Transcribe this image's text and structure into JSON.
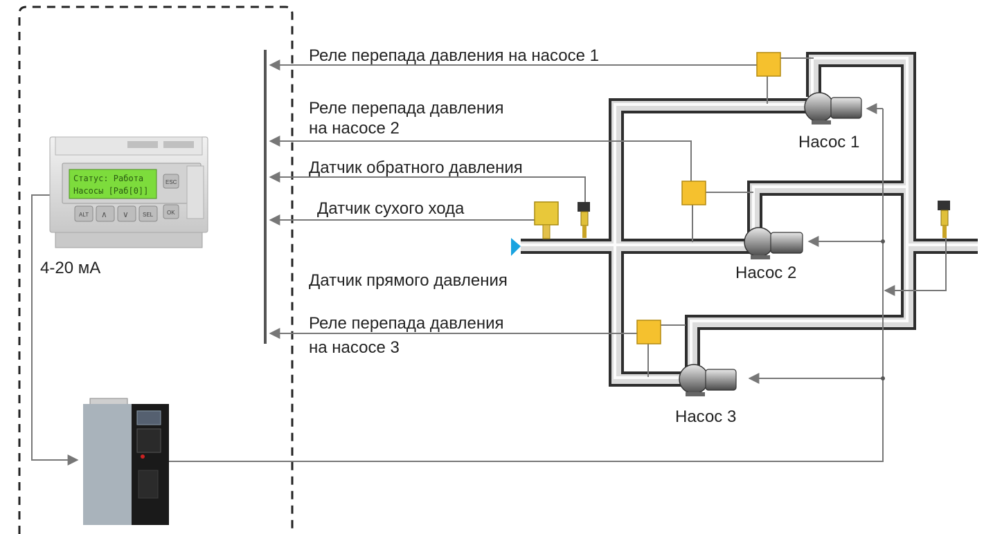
{
  "labels": {
    "relay_pump1": "Реле перепада давления на насосе 1",
    "relay_pump2_line1": "Реле перепада давления",
    "relay_pump2_line2": "на насосе 2",
    "return_pressure_sensor": "Датчик обратного давления",
    "dry_run_sensor": "Датчик сухого хода",
    "supply_pressure_sensor": "Датчик прямого давления",
    "relay_pump3_line1": "Реле перепада давления",
    "relay_pump3_line2": "на насосе 3",
    "signal": "4-20 мА",
    "pump1": "Насос 1",
    "pump2": "Насос 2",
    "pump3": "Насос 3"
  },
  "controller": {
    "lcd_line1": "Статус: Работа",
    "lcd_line2": "Насосы [Раб[0]]",
    "buttons": [
      "ALT",
      "SEL",
      "ESC",
      "OK"
    ]
  },
  "colors": {
    "relay": "#f5c12e",
    "sensor": "#e8c83a",
    "inlet_marker": "#1aa3e0",
    "pipe_edge": "#333333",
    "wire": "#777777",
    "lcd": "#7ddc3c"
  }
}
